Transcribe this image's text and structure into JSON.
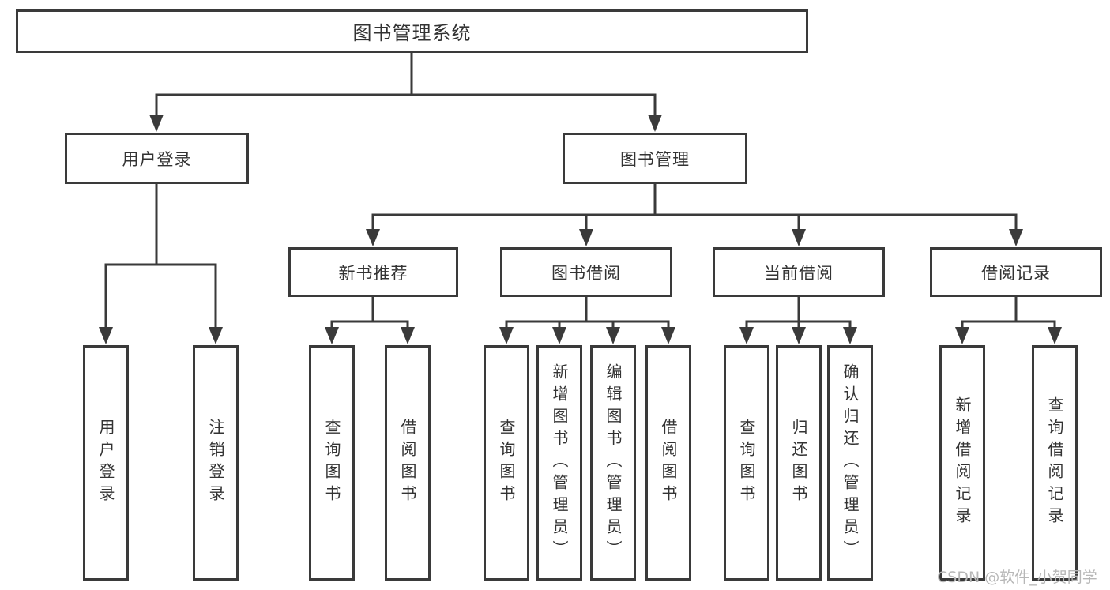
{
  "tree": {
    "root": "图书管理系统",
    "children": [
      {
        "label": "用户登录",
        "children": [
          "用户登录",
          "注销登录"
        ]
      },
      {
        "label": "图书管理",
        "children": [
          {
            "label": "新书推荐",
            "children": [
              "查询图书",
              "借阅图书"
            ]
          },
          {
            "label": "图书借阅",
            "children": [
              "查询图书",
              "新增图书（管理员）",
              "编辑图书（管理员）",
              "借阅图书"
            ]
          },
          {
            "label": "当前借阅",
            "children": [
              "查询图书",
              "归还图书",
              "确认归还（管理员）"
            ]
          },
          {
            "label": "借阅记录",
            "children": [
              "新增借阅记录",
              "查询借阅记录"
            ]
          }
        ]
      }
    ]
  },
  "watermark": {
    "text": "CSDN @软件_小贺同学"
  },
  "colors": {
    "line": "#3a3a3a",
    "text": "#333333",
    "background": "#ffffff",
    "watermark": "#b7b7b7"
  }
}
